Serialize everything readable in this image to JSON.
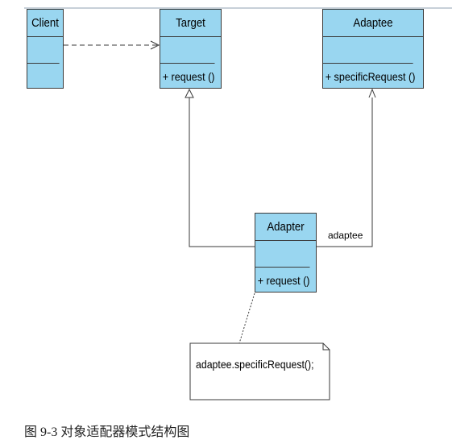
{
  "diagram": {
    "classes": {
      "client": {
        "name": "Client",
        "operation": ""
      },
      "target": {
        "name": "Target",
        "operation": "+ request ()"
      },
      "adaptee": {
        "name": "Adaptee",
        "operation": "+ specificRequest ()"
      },
      "adapter": {
        "name": "Adapter",
        "operation": "+ request ()"
      }
    },
    "association_role": "adaptee",
    "note": "adaptee.specificRequest();",
    "colors": {
      "class_fill": "#99d6f0",
      "line": "#3a3a3a"
    }
  },
  "caption": "图 9-3 对象适配器模式结构图"
}
